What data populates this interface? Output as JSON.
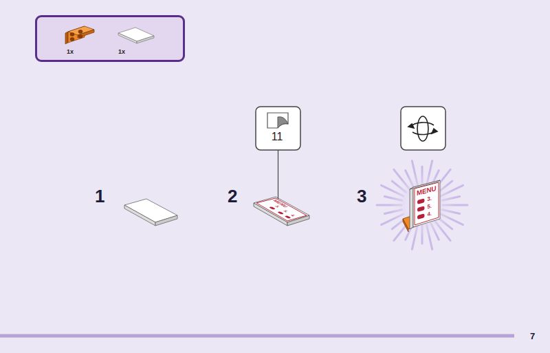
{
  "diagram": {
    "nodes": [
      {
        "text": [
          "1x",
          "1x"
        ]
      },
      {
        "text": [
          "11"
        ]
      },
      {
        "text": [
          "MENU",
          "3.",
          "5.",
          "4."
        ]
      },
      {
        "text": [
          "MENU",
          "3.",
          "5.",
          "4."
        ]
      }
    ],
    "edges": [
      {
        "from": 1,
        "to": 2,
        "arrow": "none"
      }
    ],
    "labels": [
      "1",
      "2",
      "3",
      "7"
    ]
  }
}
